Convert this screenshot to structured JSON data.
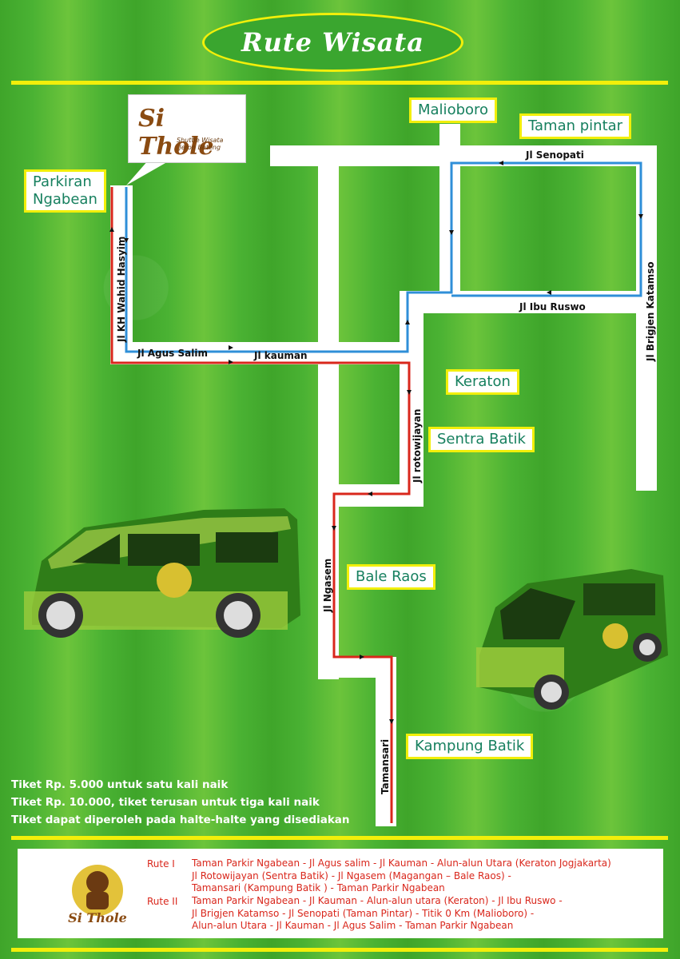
{
  "title": "Rute Wisata",
  "places": {
    "malioboro": "Malioboro",
    "taman_pintar": "Taman pintar",
    "parkiran": "Parkiran\nNgabean",
    "keraton": "Keraton",
    "sentra_batik": "Sentra Batik",
    "bale_raos": "Bale Raos",
    "kampung_batik": "Kampung Batik"
  },
  "streets": {
    "senopati": "Jl Senopati",
    "ibu_ruswo": "Jl Ibu Ruswo",
    "brigjen": "Jl Brigjen Katamso",
    "kh_wahid": "Jl KH Wahid Hasyim",
    "agus_salim": "Jl Agus Salim",
    "kauman": "Jl kauman",
    "rotowijayan": "Jl rotowijayan",
    "ngasem": "Jl Ngasem",
    "tamansari": "Tamansari"
  },
  "logo": {
    "name": "Si Thole",
    "tagline": "Shuttle Wisata\nJeron Beteng"
  },
  "tickets": [
    "Tiket Rp. 5.000 untuk satu kali naik",
    "Tiket Rp. 10.000, tiket terusan untuk tiga kali naik",
    "Tiket dapat diperoleh pada halte-halte yang disediakan"
  ],
  "routes": [
    {
      "label": "Rute I",
      "lines": [
        "Taman Parkir Ngabean - Jl Agus salim - Jl Kauman - Alun-alun Utara (Keraton Jogjakarta)",
        "Jl Rotowijayan (Sentra Batik) - Jl Ngasem (Magangan – Bale Raos) -",
        "Tamansari (Kampung Batik ) - Taman Parkir Ngabean"
      ]
    },
    {
      "label": "Rute II",
      "lines": [
        "Taman Parkir Ngabean - Jl Kauman - Alun-alun utara (Keraton) - Jl Ibu Ruswo -",
        "Jl Brigjen Katamso - Jl Senopati (Taman Pintar) - Titik 0 Km  (Malioboro) -",
        "Alun-alun Utara - Jl Kauman - Jl Agus Salim - Taman Parkir Ngabean"
      ]
    }
  ],
  "colors": {
    "route1": "#d9271c",
    "route2": "#2f8fd8",
    "accent_yellow": "#f2ef0a",
    "label_text": "#17805f"
  }
}
